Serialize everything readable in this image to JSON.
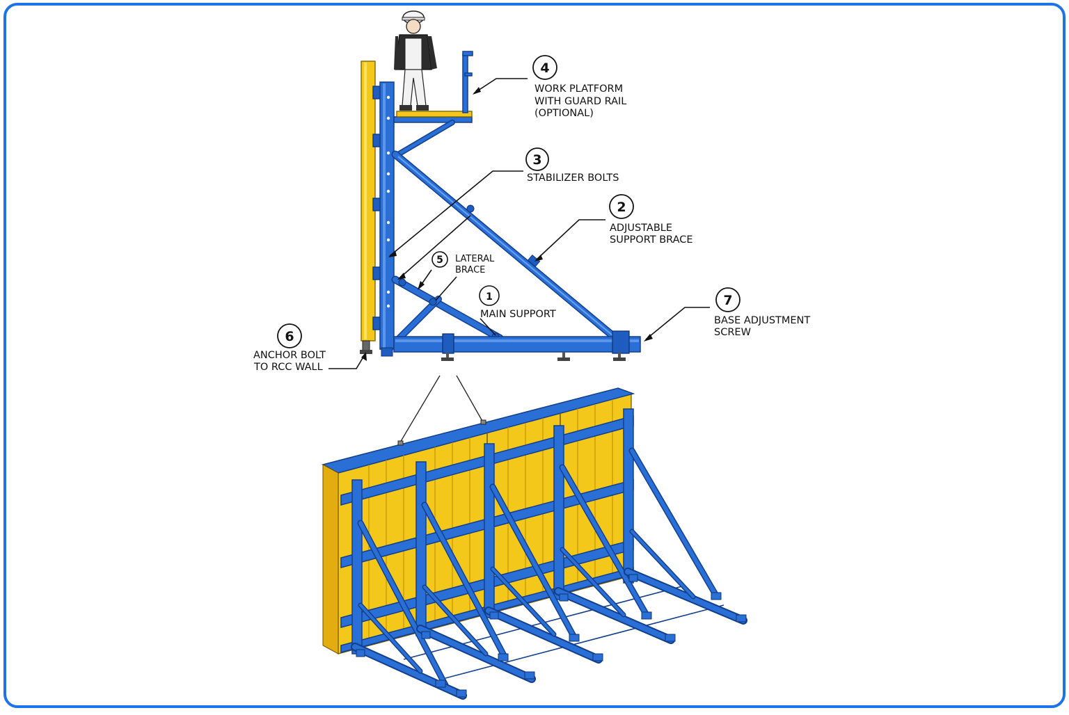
{
  "colors": {
    "frame_border": "#1e73e6",
    "steel": "#2a6fd6",
    "steel_outline": "#123f8c",
    "plywood": "#f4c81b"
  },
  "callouts": [
    {
      "number": "1",
      "lines": [
        "MAIN SUPPORT"
      ]
    },
    {
      "number": "2",
      "lines": [
        "ADJUSTABLE",
        "SUPPORT BRACE"
      ]
    },
    {
      "number": "3",
      "lines": [
        "STABILIZER BOLTS"
      ]
    },
    {
      "number": "4",
      "lines": [
        "WORK PLATFORM",
        "WITH GUARD RAIL",
        "(OPTIONAL)"
      ]
    },
    {
      "number": "5",
      "lines": [
        "LATERAL",
        "BRACE"
      ]
    },
    {
      "number": "6",
      "lines": [
        "ANCHOR BOLT",
        "TO RCC WALL"
      ]
    },
    {
      "number": "7",
      "lines": [
        "BASE ADJUSTMENT",
        "SCREW"
      ]
    }
  ]
}
